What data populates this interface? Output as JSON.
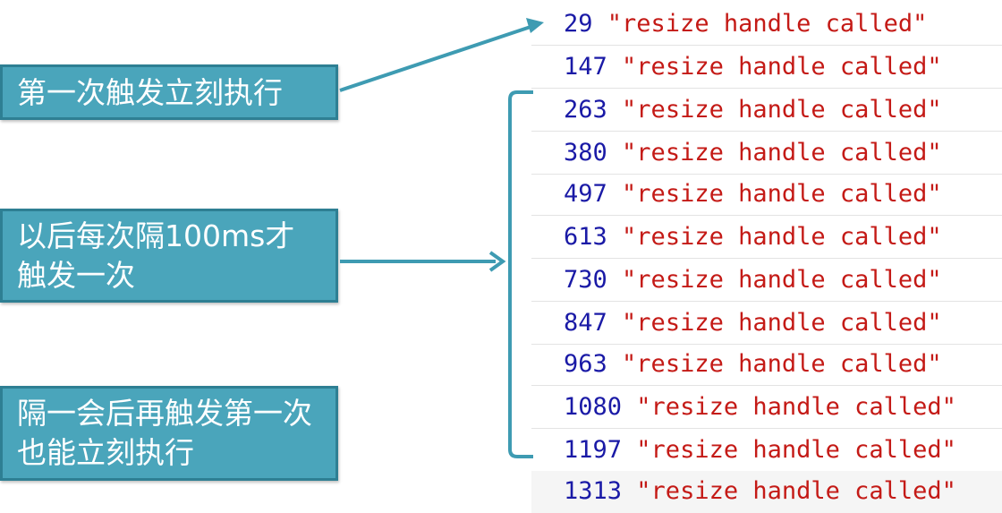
{
  "callouts": [
    {
      "text": "第一次触发立刻执行"
    },
    {
      "text": "以后每次隔100ms才触发一次"
    },
    {
      "text": "隔一会后再触发第一次也能立刻执行"
    }
  ],
  "log": [
    {
      "time": "29",
      "message": "\"resize handle called\""
    },
    {
      "time": "147",
      "message": "\"resize handle called\""
    },
    {
      "time": "263",
      "message": "\"resize handle called\""
    },
    {
      "time": "380",
      "message": "\"resize handle called\""
    },
    {
      "time": "497",
      "message": "\"resize handle called\""
    },
    {
      "time": "613",
      "message": "\"resize handle called\""
    },
    {
      "time": "730",
      "message": "\"resize handle called\""
    },
    {
      "time": "847",
      "message": "\"resize handle called\""
    },
    {
      "time": "963",
      "message": "\"resize handle called\""
    },
    {
      "time": "1080",
      "message": "\"resize handle called\""
    },
    {
      "time": "1197",
      "message": "\"resize handle called\""
    },
    {
      "time": "1313",
      "message": "\"resize handle called\""
    }
  ],
  "colors": {
    "callout_fill": "#4aa5bb",
    "callout_border": "#2e7f93",
    "arrow": "#3e9bb2",
    "number": "#1a1aa6",
    "string": "#c41a16"
  }
}
